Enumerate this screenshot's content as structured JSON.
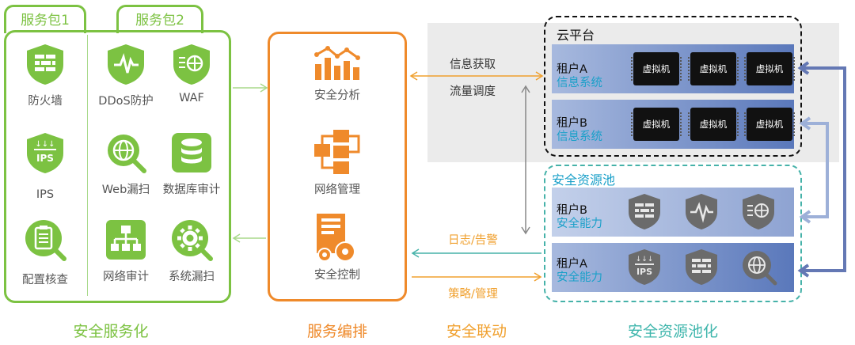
{
  "packages": {
    "tab1": "服务包1",
    "tab2": "服务包2"
  },
  "services": [
    {
      "label": "防火墙",
      "icon": "firewall-icon"
    },
    {
      "label": "DDoS防护",
      "icon": "ddos-icon"
    },
    {
      "label": "WAF",
      "icon": "waf-icon"
    },
    {
      "label": "IPS",
      "icon": "ips-icon"
    },
    {
      "label": "Web漏扫",
      "icon": "web-scan-icon"
    },
    {
      "label": "数据库审计",
      "icon": "database-audit-icon"
    },
    {
      "label": "配置核查",
      "icon": "config-check-icon"
    },
    {
      "label": "网络审计",
      "icon": "network-audit-icon"
    },
    {
      "label": "系统漏扫",
      "icon": "system-scan-icon"
    }
  ],
  "orchestration": [
    {
      "label": "安全分析",
      "icon": "analytics-icon"
    },
    {
      "label": "网络管理",
      "icon": "network-management-icon"
    },
    {
      "label": "安全控制",
      "icon": "security-control-icon"
    }
  ],
  "links": {
    "info": "信息获取",
    "traffic": "流量调度",
    "logs": "日志/告警",
    "policy": "策略/管理"
  },
  "cloud": {
    "title": "云平台",
    "tenants": [
      {
        "name": "租户A",
        "sub": "信息系统",
        "vms": [
          "虚拟机",
          "虚拟机",
          "虚拟机"
        ]
      },
      {
        "name": "租户B",
        "sub": "信息系统",
        "vms": [
          "虚拟机",
          "虚拟机",
          "虚拟机"
        ]
      }
    ]
  },
  "pool": {
    "title": "安全资源池",
    "tenants": [
      {
        "name": "租户B",
        "sub": "安全能力"
      },
      {
        "name": "租户A",
        "sub": "安全能力"
      }
    ]
  },
  "bottom": {
    "c1": "安全服务化",
    "c2": "服务编排",
    "c3": "安全联动",
    "c4": "安全资源池化"
  },
  "colors": {
    "green": "#7cc242",
    "orange": "#ef8a2b",
    "link_orange": "#f0a02e",
    "teal": "#46b2a9",
    "blue_arrow": "#6478b4",
    "tenant_sub": "#1aa0c9"
  }
}
